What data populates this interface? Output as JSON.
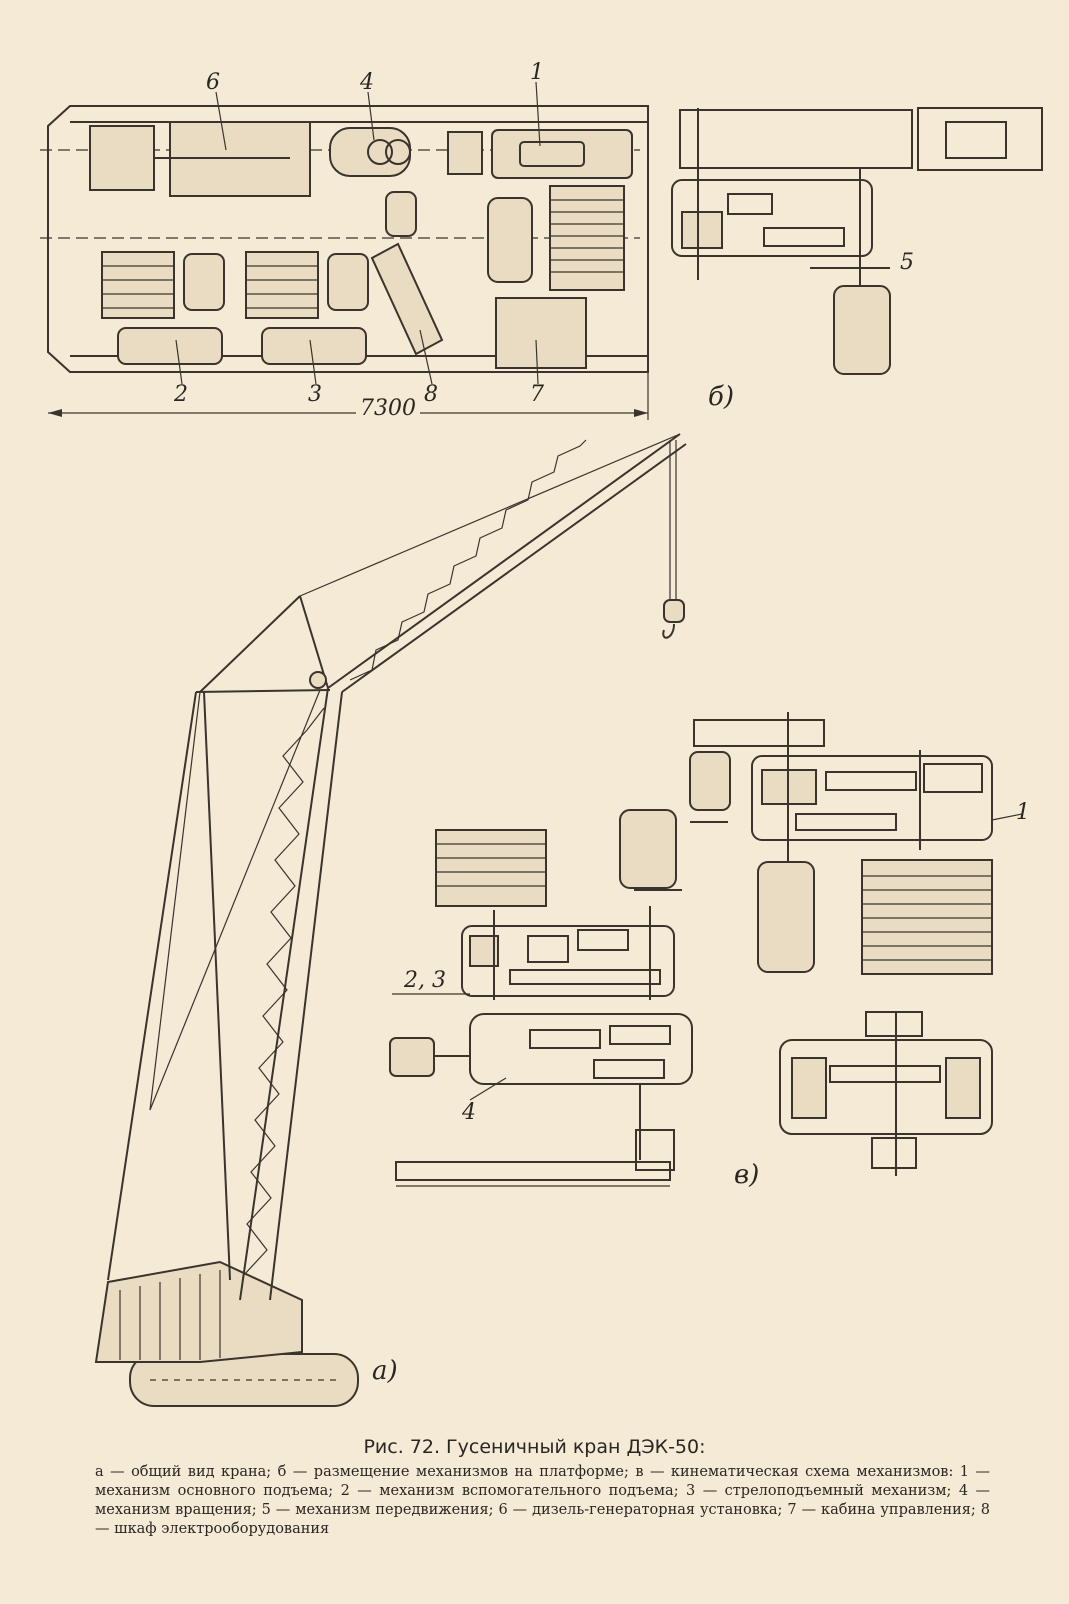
{
  "figure": {
    "top_view_labels": {
      "n1": "1",
      "n2": "2",
      "n3": "3",
      "n4": "4",
      "n5": "5",
      "n6": "6",
      "n7": "7",
      "n8": "8",
      "dimension": "7300",
      "part": "б)"
    },
    "crane_label": "а)",
    "kinematic_labels": {
      "n1": "1",
      "n23": "2, 3",
      "n4": "4",
      "part": "в)"
    }
  },
  "caption": {
    "title": "Рис. 72. Гусеничный кран ДЭК-50:",
    "body": "а — общий вид крана; б — размещение механизмов на платформе; в — кинематическая схема механизмов: 1 — механизм основного подъема; 2 — механизм вспомогательного подъема; 3 — стрелоподъемный механизм; 4 — механизм вращения; 5 — механизм передвижения; 6 — дизель-генераторная установка; 7 — кабина управления; 8 — шкаф электрооборудования"
  }
}
